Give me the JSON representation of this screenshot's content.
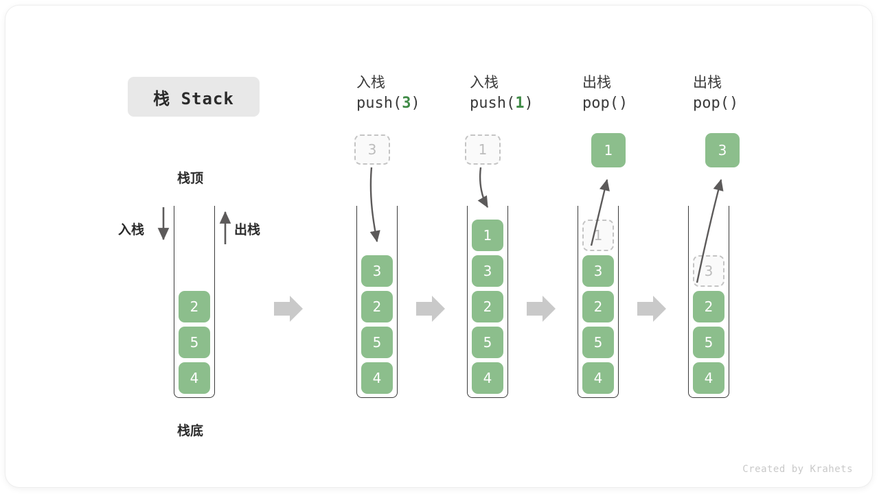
{
  "title_badge": {
    "label": "栈 Stack"
  },
  "legend": {
    "top_label": "栈顶",
    "bottom_label": "栈底",
    "push_label": "入栈",
    "pop_label": "出栈"
  },
  "credit": "Created by Krahets",
  "colors": {
    "cell_green": "#8cbe8c",
    "ghost_fill": "#fafafa",
    "ghost_border": "#c4c4c4",
    "ghost_text": "#bcbcbc",
    "arrow_gray": "#5c5a5a",
    "step_arrow_gray": "#c9c9c9",
    "badge_bg": "#e8e8e8",
    "code_arg_green": "#3f8a46",
    "text_dark": "#2b2b2b"
  },
  "columns": [
    {
      "id": "initial",
      "header_cn": "",
      "header_code": "",
      "incoming": null,
      "result": null,
      "ghost_in_stack": null,
      "cells": [
        "2",
        "5",
        "4"
      ]
    },
    {
      "id": "push-3",
      "header_cn": "入栈",
      "header_code_prefix": "push(",
      "header_code_arg": "3",
      "header_code_suffix": ")",
      "incoming": "3",
      "result": null,
      "ghost_in_stack": null,
      "cells": [
        "3",
        "2",
        "5",
        "4"
      ]
    },
    {
      "id": "push-1",
      "header_cn": "入栈",
      "header_code_prefix": "push(",
      "header_code_arg": "1",
      "header_code_suffix": ")",
      "incoming": "1",
      "result": null,
      "ghost_in_stack": null,
      "cells": [
        "1",
        "3",
        "2",
        "5",
        "4"
      ]
    },
    {
      "id": "pop-1",
      "header_cn": "出栈",
      "header_code_prefix": "pop(",
      "header_code_arg": "",
      "header_code_suffix": ")",
      "incoming": null,
      "result": "1",
      "ghost_in_stack": "1",
      "cells": [
        "3",
        "2",
        "5",
        "4"
      ]
    },
    {
      "id": "pop-3",
      "header_cn": "出栈",
      "header_code_prefix": "pop(",
      "header_code_arg": "",
      "header_code_suffix": ")",
      "incoming": null,
      "result": "3",
      "ghost_in_stack": "3",
      "cells": [
        "2",
        "5",
        "4"
      ]
    }
  ],
  "step_arrows": 4
}
